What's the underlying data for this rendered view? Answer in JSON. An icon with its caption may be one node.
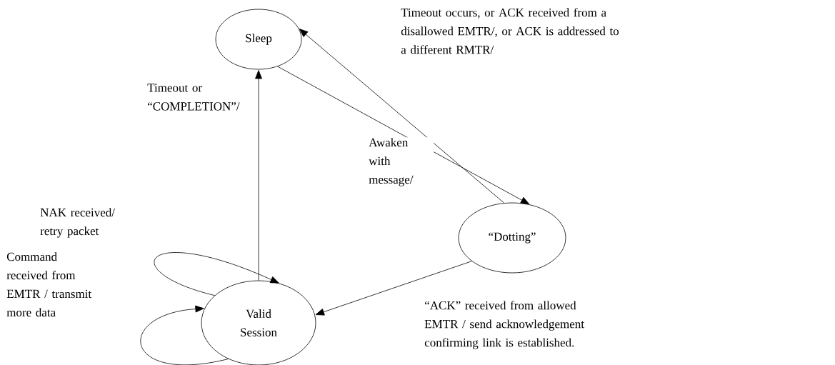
{
  "diagram": {
    "nodes": [
      {
        "text": [
          "Sleep"
        ]
      },
      {
        "text": [
          "“Dotting”"
        ]
      },
      {
        "text": [
          "Valid Session"
        ]
      }
    ],
    "edges": [
      {
        "from": 0,
        "to": 1,
        "arrow": "to",
        "label": "Awaken with message/"
      },
      {
        "from": 1,
        "to": 0,
        "arrow": "to",
        "label": "Timeout occurs, or ACK received from a disallowed EMTR/, or ACK is addressed to a different RMTR/"
      },
      {
        "from": 1,
        "to": 2,
        "arrow": "to",
        "label": "“ACK” received from allowed EMTR / send acknowledgement confirming link is established."
      },
      {
        "from": 2,
        "to": 0,
        "arrow": "to",
        "label": "Timeout or “COMPLETION”/"
      },
      {
        "from": 2,
        "to": 2,
        "arrow": "to",
        "label": "NAK received/ retry packet"
      },
      {
        "from": 2,
        "to": 2,
        "arrow": "to",
        "label": "Command received from EMTR / transmit more data"
      }
    ]
  }
}
